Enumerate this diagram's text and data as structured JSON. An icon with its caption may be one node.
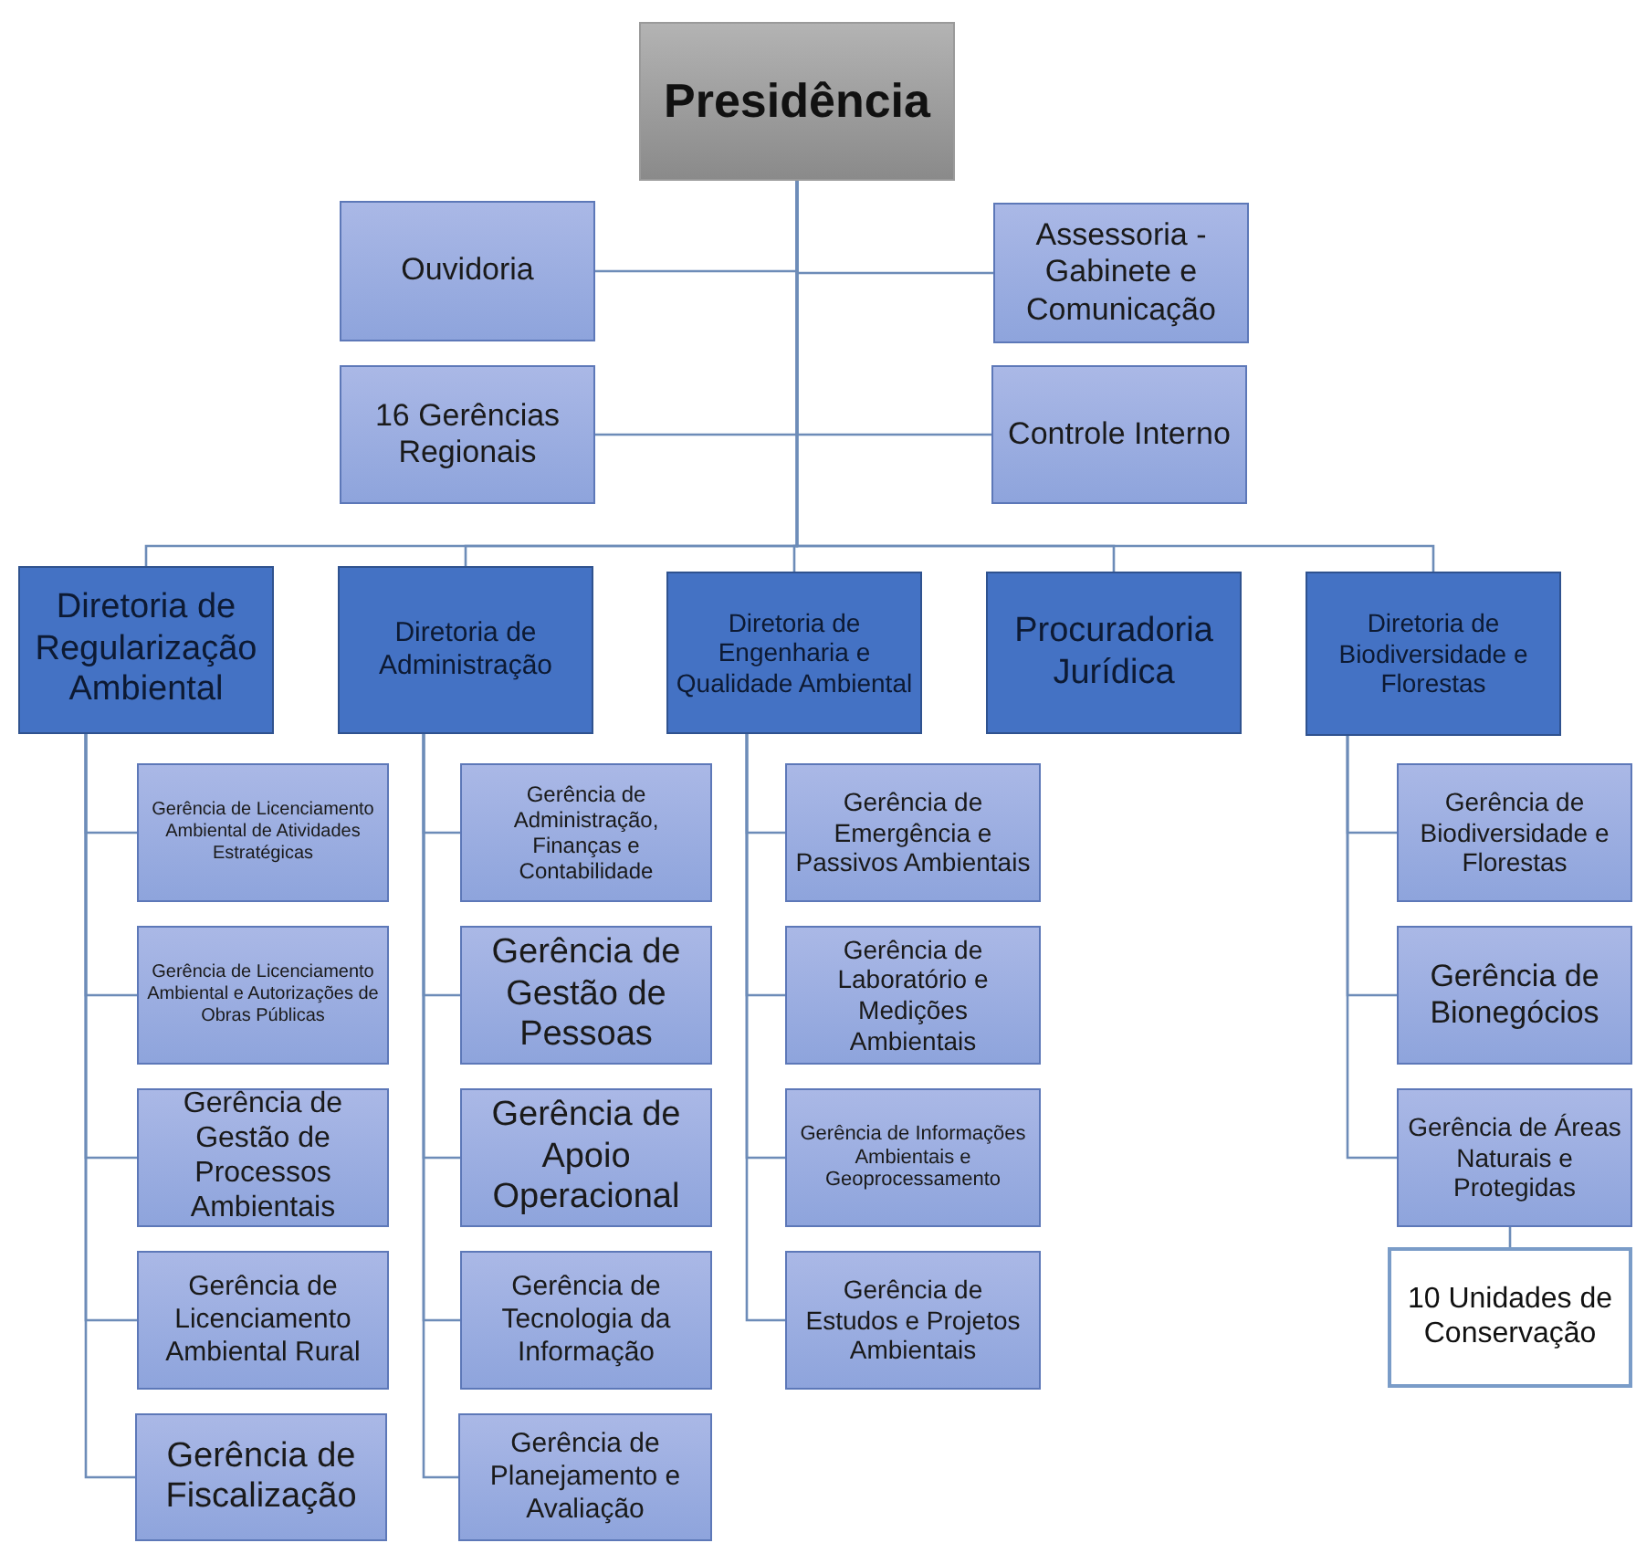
{
  "diagram": {
    "nodes": [
      {
        "text": [
          "Presidência"
        ]
      },
      {
        "text": [
          "Ouvidoria"
        ]
      },
      {
        "text": [
          "Assessoria - Gabinete e Comunicação"
        ]
      },
      {
        "text": [
          "16 Gerências Regionais"
        ]
      },
      {
        "text": [
          "Controle Interno"
        ]
      },
      {
        "text": [
          "Diretoria de Regularização Ambiental"
        ]
      },
      {
        "text": [
          "Diretoria de Administração"
        ]
      },
      {
        "text": [
          "Diretoria de Engenharia e Qualidade Ambiental"
        ]
      },
      {
        "text": [
          "Procuradoria Jurídica"
        ]
      },
      {
        "text": [
          "Diretoria de Biodiversidade e Florestas"
        ]
      },
      {
        "text": [
          "Gerência de Licenciamento Ambiental de Atividades Estratégicas"
        ]
      },
      {
        "text": [
          "Gerência de Licenciamento Ambiental e Autorizações de Obras Públicas"
        ]
      },
      {
        "text": [
          "Gerência de Gestão de Processos Ambientais"
        ]
      },
      {
        "text": [
          "Gerência de Licenciamento Ambiental Rural"
        ]
      },
      {
        "text": [
          "Gerência de Fiscalização"
        ]
      },
      {
        "text": [
          "Gerência de Administração, Finanças e Contabilidade"
        ]
      },
      {
        "text": [
          "Gerência de Gestão de Pessoas"
        ]
      },
      {
        "text": [
          "Gerência de Apoio Operacional"
        ]
      },
      {
        "text": [
          "Gerência de Tecnologia da Informação"
        ]
      },
      {
        "text": [
          "Gerência de Planejamento e Avaliação"
        ]
      },
      {
        "text": [
          "Gerência de Emergência e Passivos Ambientais"
        ]
      },
      {
        "text": [
          "Gerência de Laboratório e Medições Ambientais"
        ]
      },
      {
        "text": [
          "Gerência de Informações Ambientais e Geoprocessamento"
        ]
      },
      {
        "text": [
          "Gerência de Estudos e Projetos Ambientais"
        ]
      },
      {
        "text": [
          "Gerência de Biodiversidade e Florestas"
        ]
      },
      {
        "text": [
          "Gerência de Bionegócios"
        ]
      },
      {
        "text": [
          "Gerência de Áreas Naturais e Protegidas"
        ]
      },
      {
        "text": [
          "10 Unidades de Conservação"
        ]
      }
    ],
    "edges": [
      {
        "from": 0,
        "to": 1,
        "arrow": "none"
      },
      {
        "from": 0,
        "to": 2,
        "arrow": "none"
      },
      {
        "from": 0,
        "to": 3,
        "arrow": "none"
      },
      {
        "from": 0,
        "to": 4,
        "arrow": "none"
      },
      {
        "from": 0,
        "to": 5,
        "arrow": "none"
      },
      {
        "from": 0,
        "to": 6,
        "arrow": "none"
      },
      {
        "from": 0,
        "to": 7,
        "arrow": "none"
      },
      {
        "from": 0,
        "to": 8,
        "arrow": "none"
      },
      {
        "from": 0,
        "to": 9,
        "arrow": "none"
      },
      {
        "from": 5,
        "to": 10,
        "arrow": "none"
      },
      {
        "from": 5,
        "to": 11,
        "arrow": "none"
      },
      {
        "from": 5,
        "to": 12,
        "arrow": "none"
      },
      {
        "from": 5,
        "to": 13,
        "arrow": "none"
      },
      {
        "from": 5,
        "to": 14,
        "arrow": "none"
      },
      {
        "from": 6,
        "to": 15,
        "arrow": "none"
      },
      {
        "from": 6,
        "to": 16,
        "arrow": "none"
      },
      {
        "from": 6,
        "to": 17,
        "arrow": "none"
      },
      {
        "from": 6,
        "to": 18,
        "arrow": "none"
      },
      {
        "from": 6,
        "to": 19,
        "arrow": "none"
      },
      {
        "from": 7,
        "to": 20,
        "arrow": "none"
      },
      {
        "from": 7,
        "to": 21,
        "arrow": "none"
      },
      {
        "from": 7,
        "to": 22,
        "arrow": "none"
      },
      {
        "from": 7,
        "to": 23,
        "arrow": "none"
      },
      {
        "from": 9,
        "to": 24,
        "arrow": "none"
      },
      {
        "from": 9,
        "to": 25,
        "arrow": "none"
      },
      {
        "from": 9,
        "to": 26,
        "arrow": "none"
      },
      {
        "from": 26,
        "to": 27,
        "arrow": "none"
      }
    ]
  }
}
